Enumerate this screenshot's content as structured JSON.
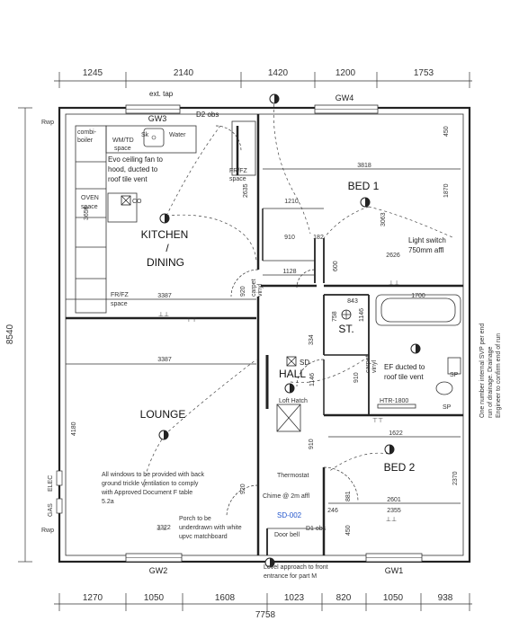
{
  "dimensions": {
    "top": [
      "1245",
      "2140",
      "1420",
      "1200",
      "1753"
    ],
    "bottom": [
      "1270",
      "1050",
      "1608",
      "1023",
      "820",
      "1050",
      "938"
    ],
    "total_width": "7758",
    "total_height": "8540",
    "left_upper": "3656",
    "left_lower": "4180"
  },
  "interior_dims": {
    "d_3818": "3818",
    "d_1870": "1870",
    "d_450_top": "450",
    "d_3063": "3063",
    "d_1210": "1210",
    "d_910_a": "910",
    "d_182": "182",
    "d_2626": "2626",
    "d_600": "600",
    "d_1128": "1128",
    "d_2635": "2635",
    "d_3387_a": "3387",
    "d_920_a": "920",
    "d_843": "843",
    "d_1700": "1700",
    "d_758": "758",
    "d_1146_a": "1146",
    "d_334": "334",
    "d_3387_b": "3387",
    "d_1146_b": "1146",
    "d_910_b": "910",
    "d_910_c": "910",
    "d_1622": "1622",
    "d_2370": "2370",
    "d_2601": "2601",
    "d_881": "881",
    "d_2355": "2355",
    "d_246": "246",
    "d_450_bot": "450",
    "d_920_b": "920",
    "d_3322": "3322"
  },
  "rooms": {
    "kitchen_line1": "KITCHEN",
    "kitchen_line2": "/",
    "kitchen_line3": "DINING",
    "bed1": "BED 1",
    "bed2": "BED 2",
    "lounge": "LOUNGE",
    "hall": "HALL",
    "st": "ST."
  },
  "windows": {
    "gw1": "GW1",
    "gw2": "GW2",
    "gw3": "GW3",
    "gw4": "GW4"
  },
  "labels": {
    "ext_tap": "ext. tap",
    "d2_obs": "D2 obs",
    "rwp_top": "Rwp",
    "rwp_bottom": "Rwp",
    "combi": "combi-",
    "boiler": "boiler",
    "wm_td": "WM/TD",
    "space_wm": "space",
    "sk": "Sk",
    "water": "Water",
    "fan_line1": "Evo ceiling fan to",
    "fan_line2": "hood, ducted to",
    "fan_line3": "roof tile vent",
    "oven": "OVEN",
    "oven_space": "space",
    "co": "CO",
    "frfz_top": "FR/FZ",
    "frfz_top_space": "space",
    "frfz_left": "FR/FZ",
    "frfz_left_space": "space",
    "light_line1": "Light switch",
    "light_line2": "750mm affl",
    "carpet_kitchen": "carpet",
    "carpet_hall": "carpet",
    "vinyl_kitchen": "vinyl",
    "vinyl_bath": "vinyl",
    "sd": "SD",
    "loft_hatch": "Loft Hatch",
    "ef_line1": "EF ducted to",
    "ef_line2": "roof tile vent",
    "htr": "HTR-1800",
    "sp_1": "SP",
    "sp_2": "SP",
    "thermostat": "Thermostat",
    "chime": "Chime @ 2m affl",
    "sd002": "SD-002",
    "d1_obs": "D1 obs",
    "door_bell": "Door bell",
    "elec": "ELEC",
    "gas": "GAS",
    "windows_line1": "All windows to be provided with back",
    "windows_line2": "ground trickle ventilation to comply",
    "windows_line3": "with Approved Document F table",
    "windows_line4": "5.2a",
    "porch_line1": "Porch to be",
    "porch_line2": "underdrawn with white",
    "porch_line3": "upvc matchboard",
    "level_line1": "Level approach to front",
    "level_line2": "entrance for part M",
    "svp_line1": "One number internal SVP per end",
    "svp_line2": "run of drainage. Drainage",
    "svp_line3": "Engineer to confirm end of run"
  }
}
